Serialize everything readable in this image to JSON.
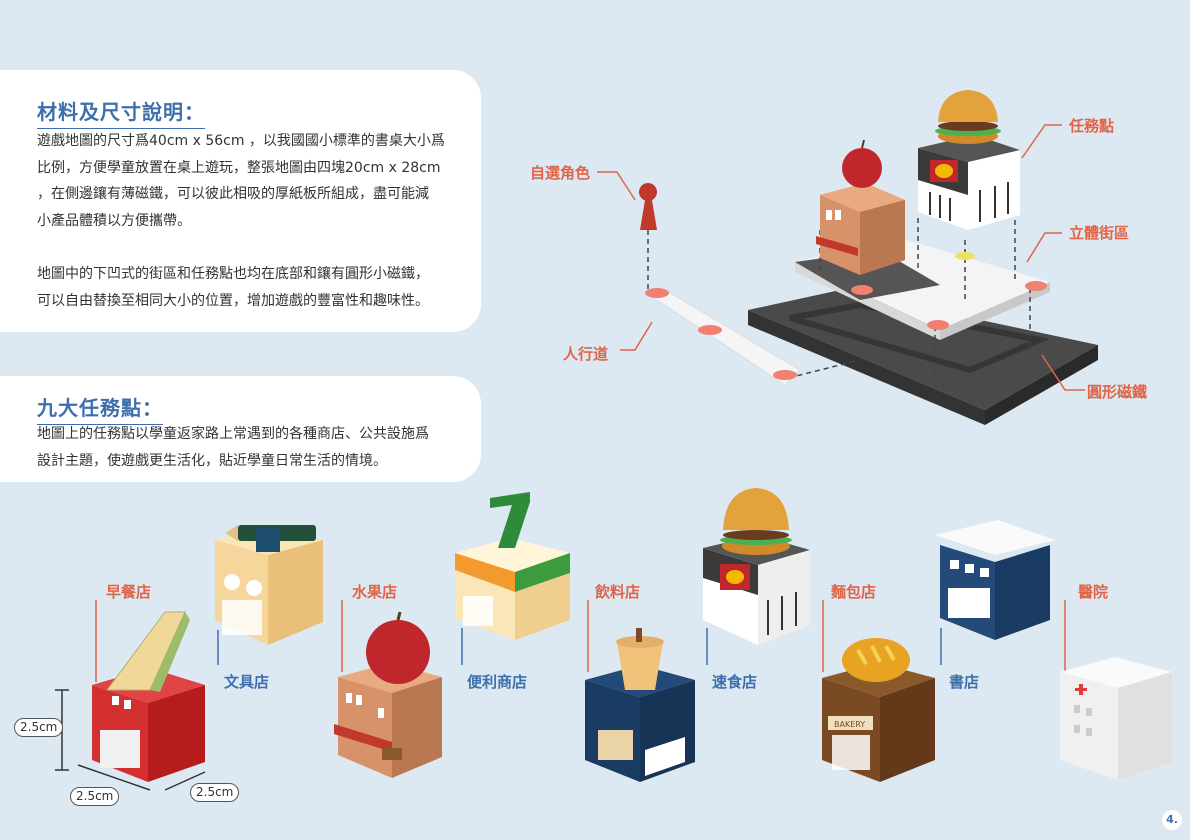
{
  "section1": {
    "title": "材料及尺寸說明：",
    "para1_lines": [
      "遊戲地圖的尺寸爲40cm x 56cm ，以我國國小標準的書桌大小爲",
      "比例，方便學童放置在桌上遊玩，整張地圖由四塊20cm x 28cm",
      "，在側邊鑲有薄磁鐵，可以彼此相吸的厚紙板所組成，盡可能減",
      "小產品體積以方便攜帶。"
    ],
    "para2_lines": [
      "地圖中的下凹式的街區和任務點也均在底部和鑲有圓形小磁鐵，",
      "可以自由替換至相同大小的位置，增加遊戲的豐富性和趣味性。"
    ]
  },
  "section2": {
    "title": "九大任務點：",
    "para_lines": [
      "地圖上的任務點以學童返家路上常遇到的各種商店、公共設施爲",
      "設計主題，使遊戲更生活化，貼近學童日常生活的情境。"
    ]
  },
  "diagram_labels": {
    "self_select": "自選角色",
    "task_point": "任務點",
    "block_3d": "立體街區",
    "sidewalk": "人行道",
    "magnet": "圓形磁鐵"
  },
  "shops": {
    "breakfast": "早餐店",
    "stationery": "文具店",
    "fruit": "水果店",
    "convenience": "便利商店",
    "drinks": "飲料店",
    "fastfood": "速食店",
    "bakery": "麵包店",
    "bookstore": "書店",
    "hospital": "醫院"
  },
  "dimensions": {
    "height": "2.5cm",
    "width": "2.5cm",
    "depth": "2.5cm"
  },
  "bakery_sign": "BAKERY",
  "page_number": "4.",
  "colors": {
    "background": "#dce9f2",
    "title_blue": "#3d6fad",
    "label_orange": "#e06548"
  }
}
